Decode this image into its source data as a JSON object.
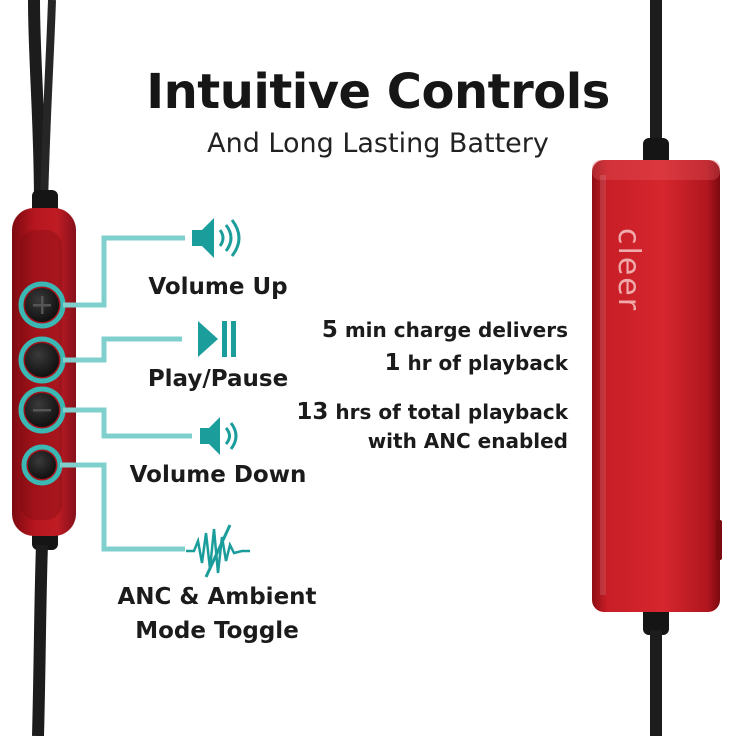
{
  "title": "Intuitive Controls",
  "subtitle": "And Long Lasting Battery",
  "controls": [
    {
      "label": "Volume Up",
      "icon": "speaker-loud-icon"
    },
    {
      "label": "Play/Pause",
      "icon": "play-pause-icon"
    },
    {
      "label": "Volume Down",
      "icon": "speaker-low-icon"
    },
    {
      "label_line1": "ANC & Ambient",
      "label_line2": "Mode Toggle",
      "icon": "anc-wave-icon"
    }
  ],
  "battery": [
    {
      "num": "5",
      "text": " min charge delivers"
    },
    {
      "num": "1",
      "text": " hr of playback"
    },
    {
      "num": "13",
      "text": " hrs of total playback"
    },
    {
      "num": "",
      "text": "with ANC enabled"
    }
  ],
  "brand": "cleer",
  "colors": {
    "accent": "#3bb7b4",
    "device_red": "#c01a22",
    "cable": "#1b1b1b"
  }
}
